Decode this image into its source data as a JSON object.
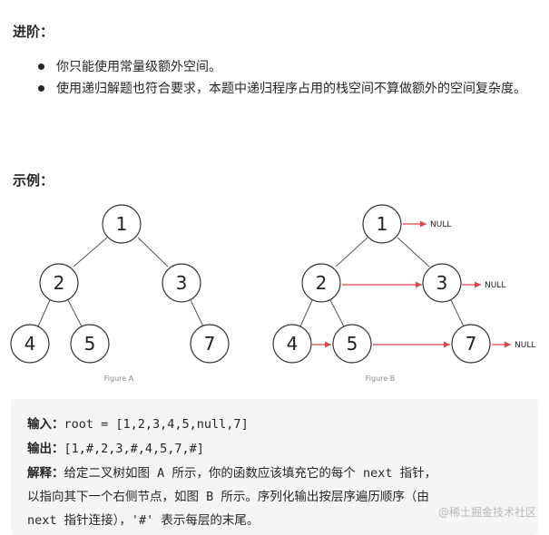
{
  "advanced": {
    "heading": "进阶：",
    "items": [
      "你只能使用常量级额外空间。",
      "使用递归解题也符合要求，本题中递归程序占用的栈空间不算做额外的空间复杂度。"
    ]
  },
  "example": {
    "heading": "示例："
  },
  "figure_a": {
    "caption": "Figure A",
    "nodes": [
      "1",
      "2",
      "3",
      "4",
      "5",
      "7"
    ]
  },
  "figure_b": {
    "caption": "Figure B",
    "nodes": [
      "1",
      "2",
      "3",
      "4",
      "5",
      "7"
    ],
    "null_label": "NULL"
  },
  "code": {
    "input_label": "输入：",
    "input_value": "root = [1,2,3,4,5,null,7]",
    "output_label": "输出：",
    "output_value": "[1,#,2,3,#,4,5,7,#]",
    "explain_label": "解释：",
    "explain_line1": "给定二叉树如图 A 所示，你的函数应该填充它的每个 next 指针，",
    "explain_line2": "以指向其下一个右侧节点，如图 B 所示。序列化输出按层序遍历顺序（由",
    "explain_line3": "next 指针连接），'#' 表示每层的末尾。"
  },
  "watermark": "@稀土掘金技术社区"
}
